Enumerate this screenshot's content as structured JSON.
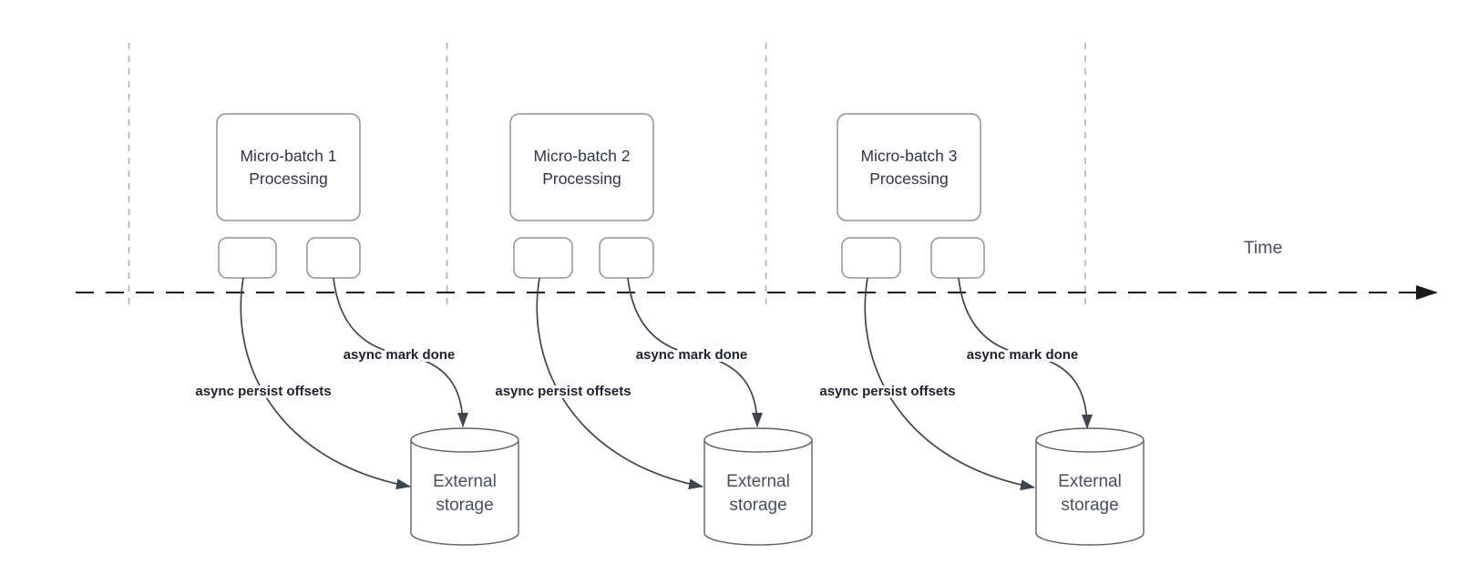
{
  "diagram": {
    "time_label": "Time",
    "batches": [
      {
        "box_line1": "Micro-batch 1",
        "box_line2": "Processing",
        "persist_label": "async persist offsets",
        "mark_done_label": "async mark done",
        "storage_line1": "External",
        "storage_line2": "storage"
      },
      {
        "box_line1": "Micro-batch 2",
        "box_line2": "Processing",
        "persist_label": "async persist offsets",
        "mark_done_label": "async mark done",
        "storage_line1": "External",
        "storage_line2": "storage"
      },
      {
        "box_line1": "Micro-batch 3",
        "box_line2": "Processing",
        "persist_label": "async persist offsets",
        "mark_done_label": "async mark done",
        "storage_line1": "External",
        "storage_line2": "storage"
      }
    ],
    "colors": {
      "background": "#ffffff",
      "timeline": "#1a1a1a",
      "guide_line": "#b0b0b0",
      "shape_border": "#8e939b",
      "cylinder_border": "#5a6270",
      "arrow": "#3d4452",
      "edge_label_text": "#1c222e",
      "box_text": "#2d3645",
      "secondary_text": "#47505f"
    }
  }
}
